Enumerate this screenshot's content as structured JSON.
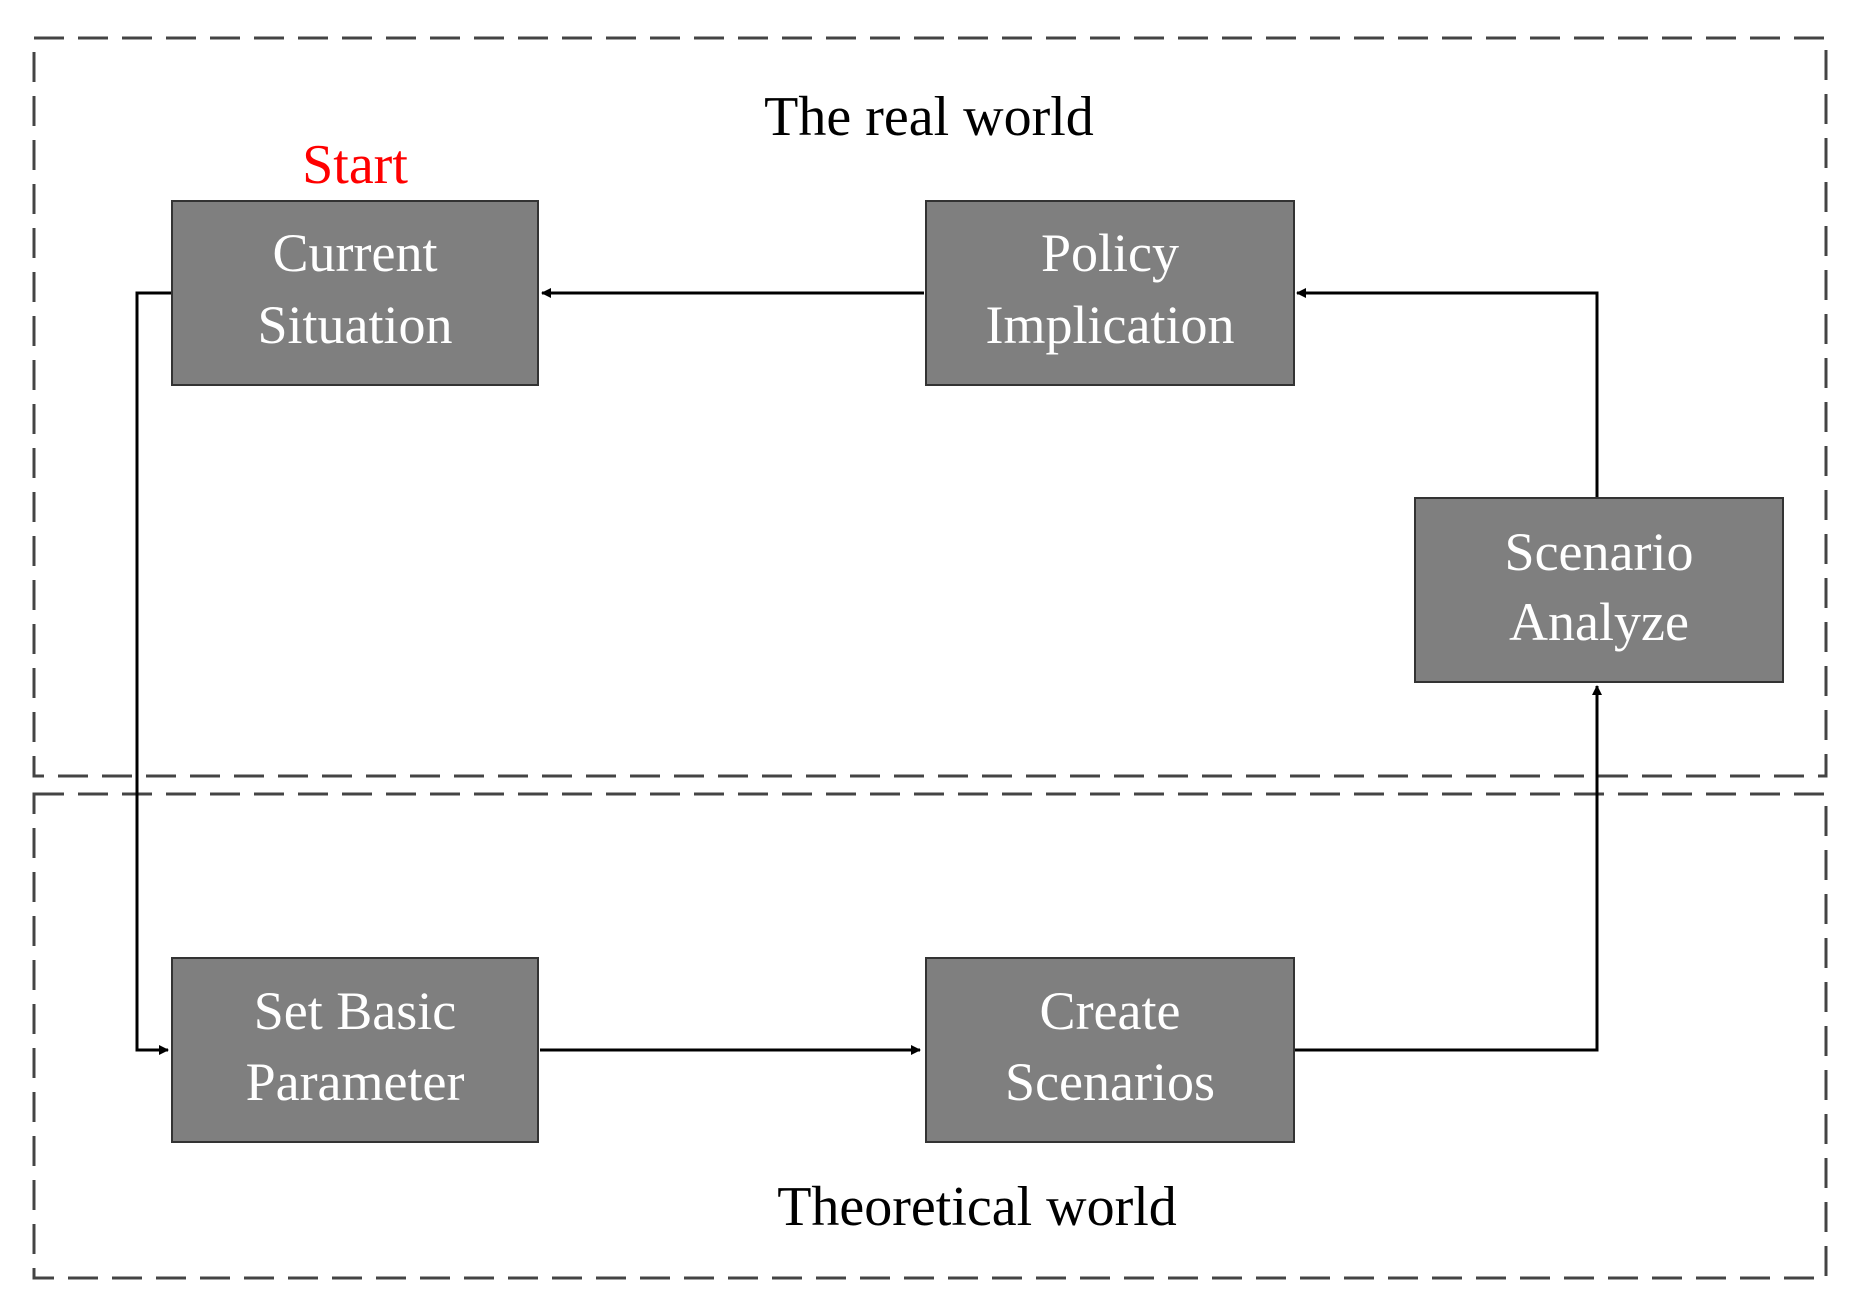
{
  "colors": {
    "box_fill": "#7f7f7f",
    "box_text": "#ffffff",
    "start_label": "#ff0000",
    "arrow": "#000000",
    "dashed_border": "#444444"
  },
  "regions": {
    "real_world": {
      "title": "The real world"
    },
    "theoretical_world": {
      "title": "Theoretical world"
    }
  },
  "start_label": "Start",
  "boxes": {
    "current_situation": {
      "lines": [
        "Current",
        "Situation"
      ]
    },
    "policy_implication": {
      "lines": [
        "Policy",
        "Implication"
      ]
    },
    "scenario_analyze": {
      "lines": [
        "Scenario",
        "Analyze"
      ]
    },
    "set_basic_parameter": {
      "lines": [
        "Set Basic",
        "Parameter"
      ]
    },
    "create_scenarios": {
      "lines": [
        "Create",
        "Scenarios"
      ]
    }
  },
  "flow": [
    {
      "from": "Current Situation",
      "to": "Set Basic Parameter"
    },
    {
      "from": "Set Basic Parameter",
      "to": "Create Scenarios"
    },
    {
      "from": "Create Scenarios",
      "to": "Scenario Analyze"
    },
    {
      "from": "Scenario Analyze",
      "to": "Policy Implication"
    },
    {
      "from": "Policy Implication",
      "to": "Current Situation"
    }
  ]
}
